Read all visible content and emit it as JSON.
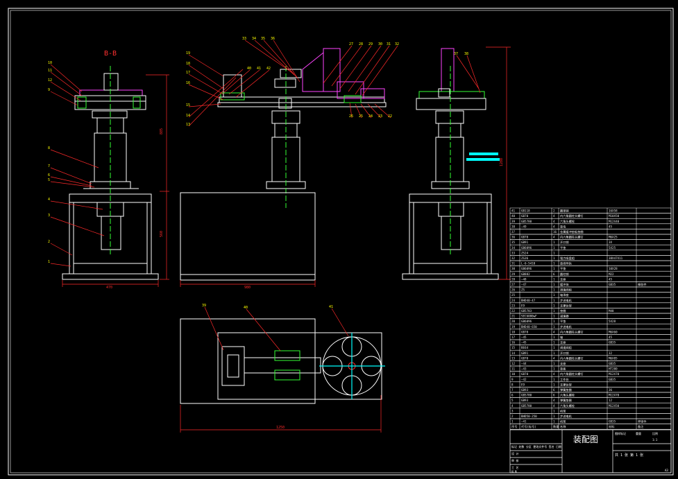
{
  "drawing": {
    "section_label": "B-B",
    "title": "装配图",
    "corner_mark": "A3"
  },
  "colors": {
    "background": "#000000",
    "outline": "#ffffff",
    "dimension": "#ff2a2a",
    "centerline": "#00ff00",
    "part_magenta": "#ff44ff",
    "part_green": "#33ff33",
    "accent_cyan": "#00ffff",
    "leader_yellow": "#ffff00"
  },
  "dimensions": {
    "left_width": "470",
    "left_upper_height": "885",
    "left_lower_height": "560",
    "front_width": "980",
    "bottom_width": "1250",
    "right_height": "1280"
  },
  "balloons": {
    "left": [
      "10",
      "11",
      "12",
      "9",
      "8",
      "7",
      "6",
      "5",
      "4",
      "3",
      "2",
      "1"
    ],
    "front_left": [
      "19",
      "18",
      "17",
      "16",
      "15",
      "14",
      "13"
    ],
    "front_top": [
      "33",
      "34",
      "35",
      "36",
      "40",
      "41",
      "42"
    ],
    "front_right_top": [
      "27",
      "28",
      "29",
      "30",
      "31",
      "32"
    ],
    "front_right_bottom": [
      "26",
      "25",
      "24",
      "23",
      "22"
    ],
    "right": [
      "37",
      "38"
    ],
    "bottom": [
      "39",
      "40",
      "41"
    ]
  },
  "bom": {
    "rows": [
      [
        "41",
        "GB118",
        "2",
        "圆锥销",
        "16X58",
        ""
      ],
      [
        "40",
        "GB70",
        "4",
        "内六角圆柱头螺钉",
        "M10X50",
        ""
      ],
      [
        "39",
        "GB5780",
        "4",
        "六角头螺栓",
        "M12X40",
        ""
      ],
      [
        "38",
        "—49",
        "4",
        "垫块",
        "45",
        ""
      ],
      [
        "37",
        "",
        "16",
        "金属缓冲垫板垫圈",
        "",
        ""
      ],
      [
        "36",
        "GB70",
        "4",
        "内六角圆柱头螺钉",
        "M6X25",
        ""
      ],
      [
        "35",
        "GB91",
        "1",
        "开口销",
        "3X",
        ""
      ],
      [
        "34",
        "GB6096",
        "1",
        "平垫",
        "5X25",
        ""
      ],
      [
        "33",
        "ZS24",
        "1",
        "",
        "",
        ""
      ],
      [
        "32",
        "ZS36",
        "1",
        "强力吸盘组",
        "38X47X11",
        ""
      ],
      [
        "31",
        "L-6-5410",
        "1",
        "直线导轨",
        "",
        ""
      ],
      [
        "30",
        "GB6096",
        "1",
        "平垫",
        "10X28",
        ""
      ],
      [
        "29",
        "GB882",
        "6",
        "圆柱销",
        "M22",
        ""
      ],
      [
        "28",
        "—48",
        "1",
        "支座",
        "45",
        ""
      ],
      [
        "27",
        "—47",
        "1",
        "缓冲块",
        "GB35",
        "橡胶件"
      ],
      [
        "26",
        "ZS",
        "1",
        "调速阀组",
        "",
        ""
      ],
      [
        "25",
        "",
        "1",
        "轴承座",
        "",
        ""
      ],
      [
        "24",
        "BHD40-47",
        "1",
        "步进电机",
        "",
        ""
      ],
      [
        "23",
        "E9",
        "1",
        "支撑台架",
        "",
        ""
      ],
      [
        "22",
        "GB5783",
        "1",
        "垫圈",
        "M48",
        ""
      ],
      [
        "21",
        "SEC6080wF",
        "1",
        "减速器",
        "",
        ""
      ],
      [
        "20",
        "GB6096",
        "1",
        "平垫",
        "5X28",
        ""
      ],
      [
        "19",
        "BHD40-650",
        "1",
        "步进电机",
        "",
        ""
      ],
      [
        "18",
        "GB70",
        "4",
        "内六角圆柱头螺钉",
        "M6X60",
        ""
      ],
      [
        "17",
        "—45",
        "1",
        "轴",
        "45",
        ""
      ],
      [
        "16",
        "—45",
        "1",
        "支座",
        "GB35",
        ""
      ],
      [
        "15",
        "BE64",
        "1",
        "调速阀组",
        "",
        ""
      ],
      [
        "14",
        "GB91",
        "1",
        "开口销",
        "32",
        ""
      ],
      [
        "13",
        "GB70",
        "4",
        "内六角圆柱头螺钉",
        "M6X85",
        ""
      ],
      [
        "12",
        "—44",
        "1",
        "支座",
        "GB35",
        ""
      ],
      [
        "11",
        "—43",
        "1",
        "垫板",
        "HT200",
        ""
      ],
      [
        "10",
        "GB70",
        "4",
        "内六角圆柱头螺钉",
        "M12X70",
        ""
      ],
      [
        "9",
        "—42",
        "1",
        "工作台",
        "GB35",
        ""
      ],
      [
        "8",
        "E9",
        "1",
        "支撑台架",
        "",
        ""
      ],
      [
        "7",
        "GB93",
        "6",
        "弹簧垫圈",
        "36",
        ""
      ],
      [
        "6",
        "GB5780",
        "6",
        "六角头螺栓",
        "M12X70",
        ""
      ],
      [
        "5",
        "GB93",
        "4",
        "弹簧垫圈",
        "12",
        ""
      ],
      [
        "4",
        "GB5780",
        "4",
        "六角头螺栓",
        "M12X50",
        ""
      ],
      [
        "3",
        "",
        "1",
        "机架",
        "",
        ""
      ],
      [
        "2",
        "BHD50-250",
        "1",
        "步进电机",
        "",
        ""
      ],
      [
        "1",
        "—41",
        "1",
        "机架",
        "GB35",
        "焊接件"
      ]
    ],
    "header": [
      "序号",
      "代号(标号)",
      "数量",
      "名称",
      "材料",
      "备注"
    ]
  },
  "title_block": {
    "left_rows": [
      "标记 处数 分区 更改文件号 签名 日期",
      "设 计",
      "审 核",
      "工 艺",
      "批 准"
    ],
    "right_top": [
      "图样标记",
      "重量",
      "比例"
    ],
    "right_vals": [
      "",
      "",
      "1:1"
    ],
    "sheet_info": "共 1 张   第 1 张"
  }
}
